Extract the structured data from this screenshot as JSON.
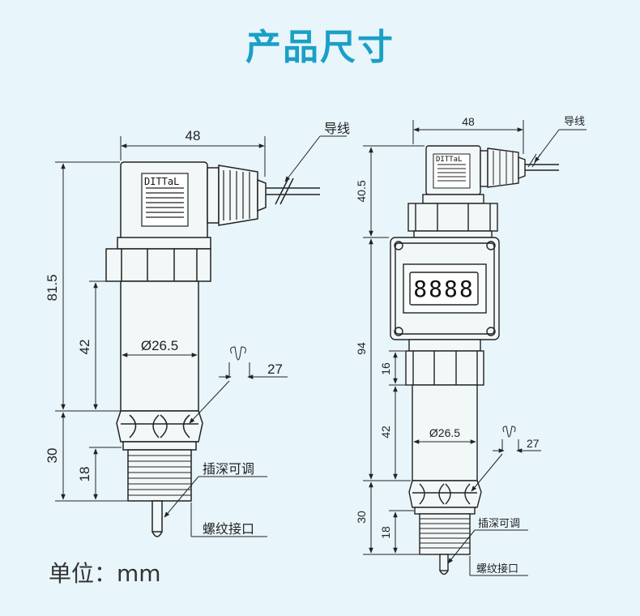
{
  "title": "产品尺寸",
  "unit_label": "单位：mm",
  "left_drawing": {
    "top_width": "48",
    "wire_label": "导线",
    "brand": "DITTaL",
    "total_height": "81.5",
    "body_height": "42",
    "diameter": "Ø26.5",
    "wrench": "27",
    "thread_total": "30",
    "thread_len": "18",
    "adjustable_label": "插深可调",
    "thread_label": "螺纹接口"
  },
  "right_drawing": {
    "top_width": "48",
    "wire_label": "导线",
    "brand": "DITTaL",
    "head_height": "40.5",
    "display": "8888",
    "body_total": "94",
    "nut_height": "16",
    "body_height": "42",
    "diameter": "Ø26.5",
    "wrench": "27",
    "thread_total": "30",
    "thread_len": "18",
    "adjustable_label": "插深可调",
    "thread_label": "螺纹接口"
  }
}
